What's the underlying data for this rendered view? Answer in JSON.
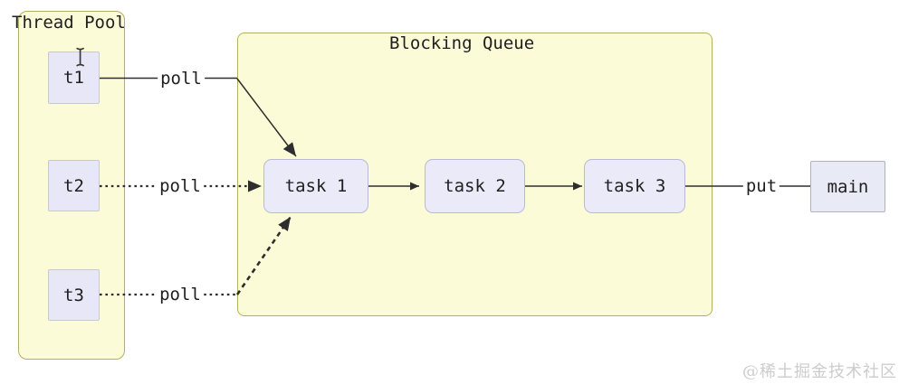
{
  "diagram": {
    "thread_pool": {
      "title": "Thread Pool",
      "threads": [
        {
          "id": "t1",
          "label": "t1"
        },
        {
          "id": "t2",
          "label": "t2"
        },
        {
          "id": "t3",
          "label": "t3"
        }
      ]
    },
    "blocking_queue": {
      "title": "Blocking Queue",
      "tasks": [
        {
          "id": "task1",
          "label": "task 1"
        },
        {
          "id": "task2",
          "label": "task 2"
        },
        {
          "id": "task3",
          "label": "task 3"
        }
      ]
    },
    "main_node": {
      "label": "main"
    },
    "edges": [
      {
        "from": "t1",
        "to": "task1",
        "label": "poll",
        "style": "solid-arrow"
      },
      {
        "from": "t2",
        "to": "task1",
        "label": "poll",
        "style": "dotted-arrow"
      },
      {
        "from": "t3",
        "to": "task1",
        "label": "poll",
        "style": "dotted-dashed-arrow"
      },
      {
        "from": "task1",
        "to": "task2",
        "label": "",
        "style": "solid-arrow"
      },
      {
        "from": "task2",
        "to": "task3",
        "label": "",
        "style": "solid-arrow"
      },
      {
        "from": "task3",
        "to": "main",
        "label": "put",
        "style": "solid-line"
      }
    ],
    "watermark": "@稀土掘金技术社区",
    "cursor": "text-ibeam",
    "colors": {
      "container_fill": "#fcfbd8",
      "container_border": "#b1b15c",
      "node_fill": "#eaeaf8",
      "node_border": "#b9b9d8",
      "thread_fill": "#e7e7f7",
      "thread_border": "#c8c8d2",
      "main_fill": "#e8eaf6",
      "main_border": "#b0b3bf",
      "line": "#2e2e2e",
      "text": "#1f1f1f",
      "watermark": "#cccccc"
    }
  }
}
